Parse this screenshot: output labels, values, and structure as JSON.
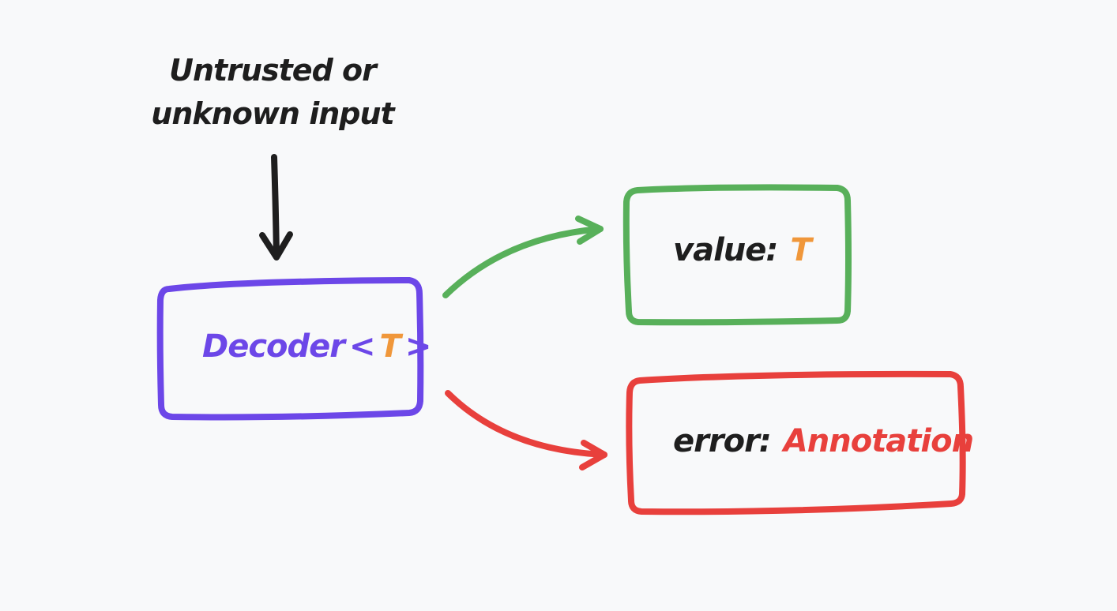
{
  "input": {
    "line1": "Untrusted or",
    "line2": "unknown input"
  },
  "decoder": {
    "name": "Decoder",
    "open": "<",
    "type_param": "T",
    "close": ">"
  },
  "value_box": {
    "label": "value:",
    "type": "T"
  },
  "error_box": {
    "label": "error:",
    "type": "Annotation"
  },
  "colors": {
    "background": "#f8f9fa",
    "decoder_stroke": "#6c47e8",
    "value_stroke": "#58b05a",
    "error_stroke": "#e8403c",
    "type_param": "#f0973a",
    "text": "#1e1e1e"
  }
}
